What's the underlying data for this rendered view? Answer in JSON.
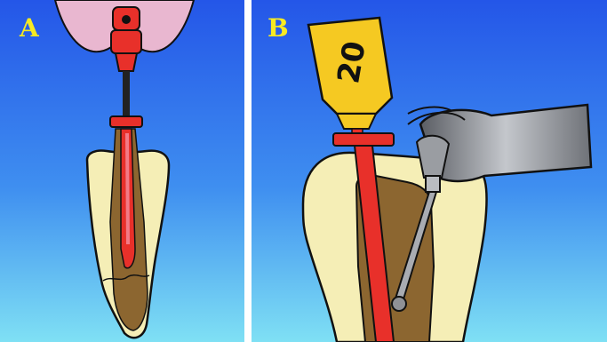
{
  "figure": {
    "panels": [
      {
        "label": "A"
      },
      {
        "label": "B",
        "file_size_label": "20"
      }
    ],
    "colors": {
      "background_top": "#2456e8",
      "background_bottom": "#7fe0f4",
      "panel_label": "#f7ea22",
      "tooth_crown": "#f5eeb6",
      "root_canal": "#8c6630",
      "file_red": "#e8302a",
      "file_handle_yellow": "#f5c922",
      "handpiece_gray": "#8f9196",
      "gum_pink": "#e9b7d0"
    }
  }
}
